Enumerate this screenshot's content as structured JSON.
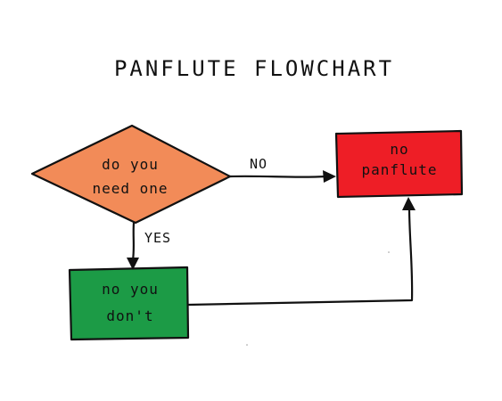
{
  "title": "PANFLUTE FLOWCHART",
  "colors": {
    "decision": "#f28b58",
    "no_panflute": "#ee1e26",
    "no_you_dont": "#1c9b46",
    "ink": "#111111",
    "background": "#ffffff"
  },
  "nodes": {
    "decision": {
      "shape": "diamond",
      "lines": [
        "do you",
        "need one"
      ]
    },
    "no_panflute": {
      "shape": "rectangle",
      "lines": [
        "no",
        "panflute"
      ]
    },
    "no_you_dont": {
      "shape": "rectangle",
      "lines": [
        "no you",
        "don't"
      ]
    }
  },
  "edges": {
    "no": {
      "from": "decision",
      "to": "no_panflute",
      "label": "NO"
    },
    "yes": {
      "from": "decision",
      "to": "no_you_dont",
      "label": "YES"
    },
    "back": {
      "from": "no_you_dont",
      "to": "no_panflute",
      "label": ""
    }
  }
}
